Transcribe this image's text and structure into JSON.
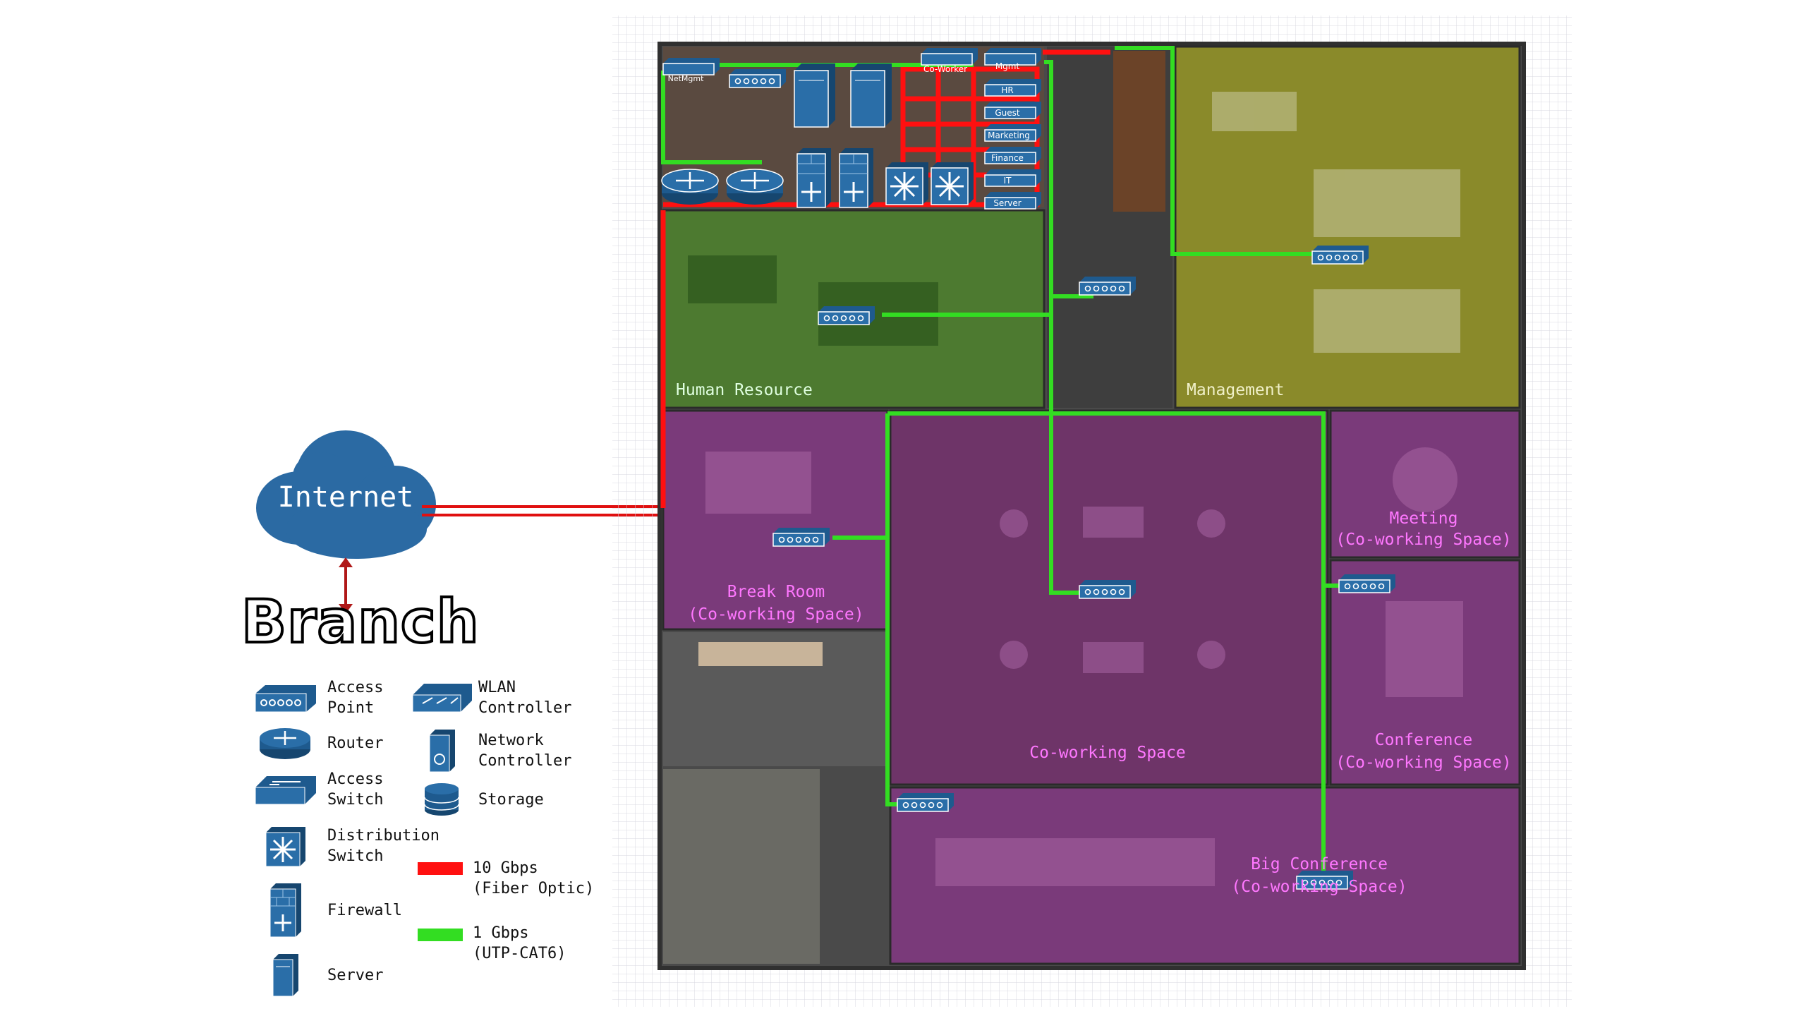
{
  "internet": {
    "label": "Internet"
  },
  "branch": {
    "title": "Branch"
  },
  "legend": {
    "items": [
      {
        "icon": "access-point-icon",
        "label": "Access\nPoint"
      },
      {
        "icon": "wlan-controller-icon",
        "label": "WLAN\nController"
      },
      {
        "icon": "router-icon",
        "label": "Router"
      },
      {
        "icon": "network-controller-icon",
        "label": "Network\nController"
      },
      {
        "icon": "access-switch-icon",
        "label": "Access\nSwitch"
      },
      {
        "icon": "storage-icon",
        "label": "Storage"
      },
      {
        "icon": "distribution-switch-icon",
        "label": "Distribution\nSwitch"
      },
      {
        "icon": "firewall-icon",
        "label": "Firewall"
      },
      {
        "icon": "server-icon",
        "label": "Server"
      }
    ],
    "links": [
      {
        "color": "#ff1010",
        "label": "10 Gbps\n(Fiber Optic)"
      },
      {
        "color": "#33dd22",
        "label": "1 Gbps\n(UTP-CAT6)"
      }
    ]
  },
  "rooms": {
    "human_resource": "Human Resource",
    "management": "Management",
    "break_room": [
      "Break Room",
      "(Co-working Space)"
    ],
    "meeting": [
      "Meeting",
      "(Co-working Space)"
    ],
    "conference": [
      "Conference",
      "(Co-working Space)"
    ],
    "coworking": "Co-working Space",
    "big_conference": [
      "Big Conference",
      "(Co-working Space)"
    ]
  },
  "vlans": [
    "Co-Worker",
    "Mgmt",
    "HR",
    "Guest",
    "Marketing",
    "Finance",
    "IT",
    "Server"
  ],
  "netmgmt_label": "NetMgmt",
  "colors": {
    "icon": "#1e5a8e",
    "fiber": "#ff1010",
    "utp": "#33dd22",
    "hr_room": "#3f7a2a",
    "management_room": "#8a8a2a",
    "coworking_room": "#7a3a7a",
    "label_magenta": "#ff66ff"
  }
}
